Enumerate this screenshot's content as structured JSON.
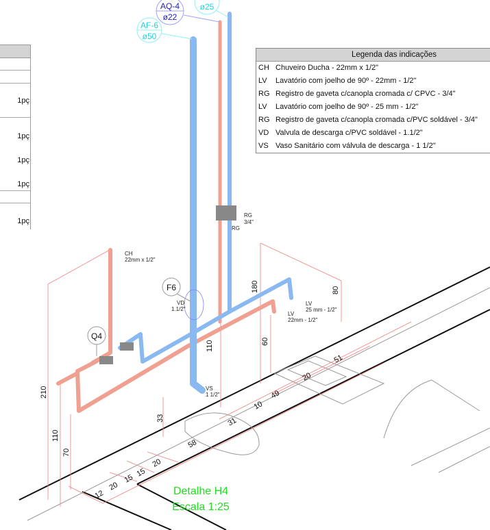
{
  "legend": {
    "title": "Legenda das indicações",
    "items": [
      {
        "code": "CH",
        "text": "Chuveiro Ducha - 22mm x 1/2\""
      },
      {
        "code": "LV",
        "text": "Lavatório com joelho de 90º - 22mm - 1/2\""
      },
      {
        "code": "RG",
        "text": "Registro de gaveta c/canopla cromada c/ CPVC - 3/4\""
      },
      {
        "code": "LV",
        "text": "Lavatório com joelho de 90º - 25 mm - 1/2\""
      },
      {
        "code": "RG",
        "text": "Registro de gaveta c/canopla cromada c/PVC soldável - 3/4\""
      },
      {
        "code": "VD",
        "text": "Valvula de descarga c/PVC  soldável - 1.1/2\""
      },
      {
        "code": "VS",
        "text": "Vaso Sanitário com válvula de descarga - 1 1/2\""
      }
    ]
  },
  "quantities": [
    "1pç",
    "1pç",
    "1pç",
    "1pç",
    "1pç"
  ],
  "tags": {
    "aq4": {
      "name": "AQ-4",
      "dia": "ø22"
    },
    "af6": {
      "name": "AF-6",
      "dia": "ø50"
    },
    "top": {
      "dia": "ø25"
    },
    "f6": "F6",
    "q4": "Q4"
  },
  "labels": {
    "ch": [
      "CH",
      "22mm x 1/2\""
    ],
    "vd": [
      "VD",
      "1.1/2\""
    ],
    "rg1": [
      "RG",
      "3/4\""
    ],
    "rg2": "RG",
    "lv25": [
      "LV",
      "25 mm - 1/2\""
    ],
    "lv22": [
      "LV",
      "22mm - 1/2\""
    ],
    "vs": [
      "VS",
      "1 1/2\""
    ]
  },
  "dimensions": [
    "210",
    "110",
    "70",
    "33",
    "110",
    "60",
    "180",
    "80",
    "10",
    "49",
    "20",
    "51",
    "31",
    "58",
    "20",
    "15",
    "15",
    "12",
    "20"
  ],
  "title": {
    "detail": "Detalhe H4",
    "scale": "Escala 1:25"
  },
  "colors": {
    "cold": "#8ab8f0",
    "hot": "#f0a090",
    "dim": "#f08080",
    "title": "#22dd22"
  }
}
